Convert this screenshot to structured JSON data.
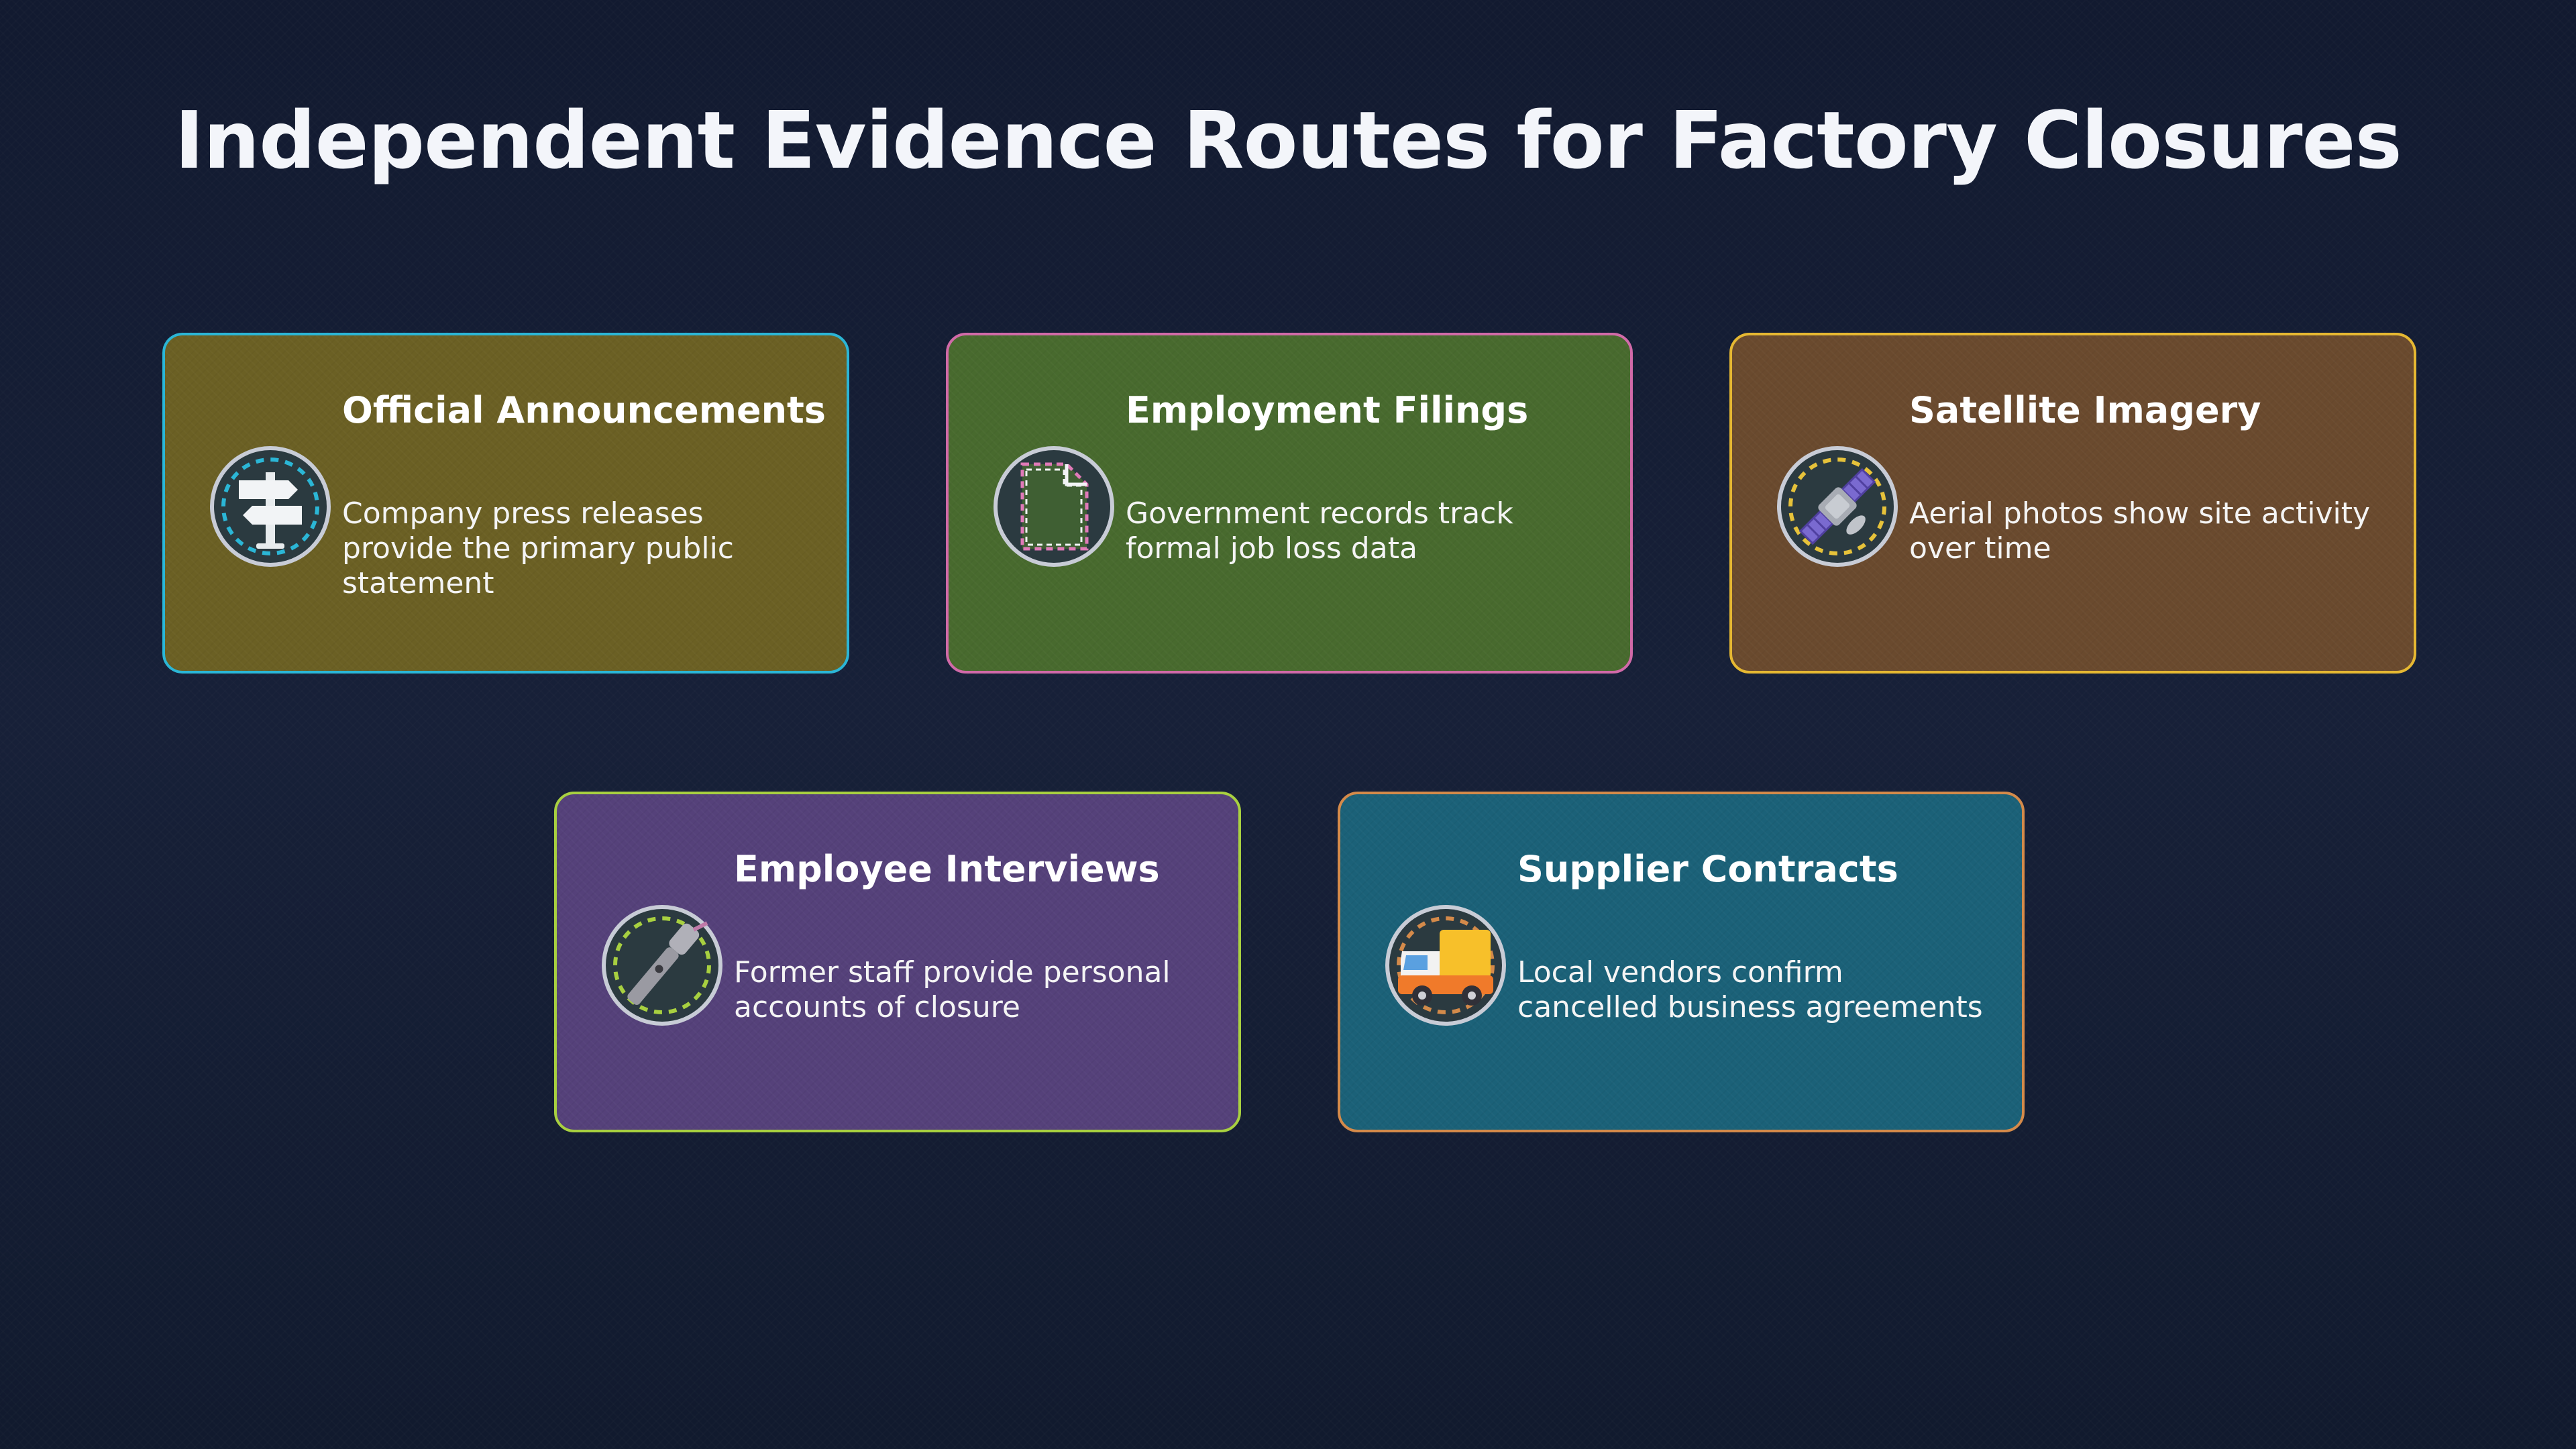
{
  "title": "Independent Evidence Routes for Factory Closures",
  "cards": [
    {
      "title": "Official Announcements",
      "description": "Company press releases provide the primary public statement",
      "icon": "signpost-icon",
      "background": "#6b6024",
      "border": "#2bb6d6",
      "ring": "#2bb6d6"
    },
    {
      "title": "Employment Filings",
      "description": "Government records track formal job loss data",
      "icon": "document-icon",
      "background": "#486a2e",
      "border": "#d16aa8",
      "ring": "#e07ab8"
    },
    {
      "title": "Satellite Imagery",
      "description": "Aerial photos show site activity over time",
      "icon": "satellite-icon",
      "background": "#6a4a2e",
      "border": "#e6b832",
      "ring": "#e6c23a"
    },
    {
      "title": "Employee Interviews",
      "description": "Former staff provide personal accounts of closure",
      "icon": "microphone-icon",
      "background": "#55417a",
      "border": "#a8d040",
      "ring": "#a8d040"
    },
    {
      "title": "Supplier Contracts",
      "description": "Local vendors confirm cancelled business agreements",
      "icon": "truck-icon",
      "background": "#1b6178",
      "border": "#d48a4a",
      "ring": "#d48a4a"
    }
  ]
}
